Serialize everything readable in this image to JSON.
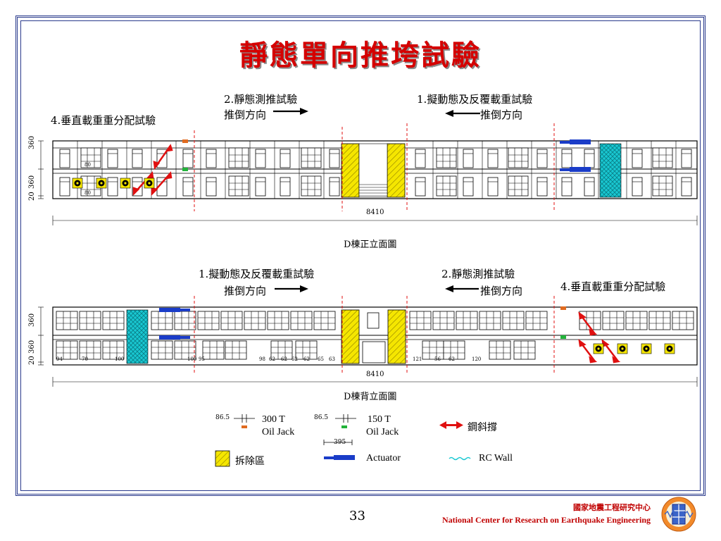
{
  "title": "靜態單向推垮試驗",
  "top": {
    "label_left": "4.垂直載重重分配試驗",
    "label_mid_1": "2.靜態測推試驗",
    "label_mid_2": "推倒方向",
    "label_right_1": "1.擬動態及反覆載重試驗",
    "label_right_2": "推倒方向",
    "dim_total": "8410",
    "caption": "D棟正立面圖",
    "side_dims": [
      "360",
      "360",
      "20"
    ],
    "small_dims": [
      "80",
      "80"
    ]
  },
  "bottom": {
    "label_left_1": "1.擬動態及反覆載重試驗",
    "label_left_2": "推倒方向",
    "label_mid_1": "2.靜態測推試驗",
    "label_mid_2": "推倒方向",
    "label_right": "4.垂直載重重分配試驗",
    "dim_total": "8410",
    "caption": "D棟背立面圖",
    "side_dims": [
      "360",
      "360",
      "20"
    ],
    "small_dims": [
      "94",
      "70",
      "100",
      "100",
      "95",
      "98",
      "62",
      "62",
      "62",
      "62",
      "65",
      "63",
      "121",
      "56",
      "62",
      "120"
    ]
  },
  "legend": {
    "jack300_dim": "86.5",
    "jack300_label_1": "300 T",
    "jack300_label_2": "Oil Jack",
    "jack150_dim": "86.5",
    "jack150_label_1": "150 T",
    "jack150_label_2": "Oil Jack",
    "brace_label": "鋼斜撐",
    "demolish_label": "拆除區",
    "actuator_dim": "395",
    "actuator_label": "Actuator",
    "rcwall_label": "RC Wall"
  },
  "footer": {
    "page": "33",
    "org_cn": "國家地震工程研究中心",
    "org_en": "National Center for Research on Earthquake Engineering"
  },
  "colors": {
    "title": "#d40000",
    "yellow": "#f5e600",
    "cyan": "#19c8d2",
    "actuator": "#1a3cc8",
    "brace": "#e01010",
    "jack300": "#e06b20",
    "jack150": "#22b33a"
  }
}
